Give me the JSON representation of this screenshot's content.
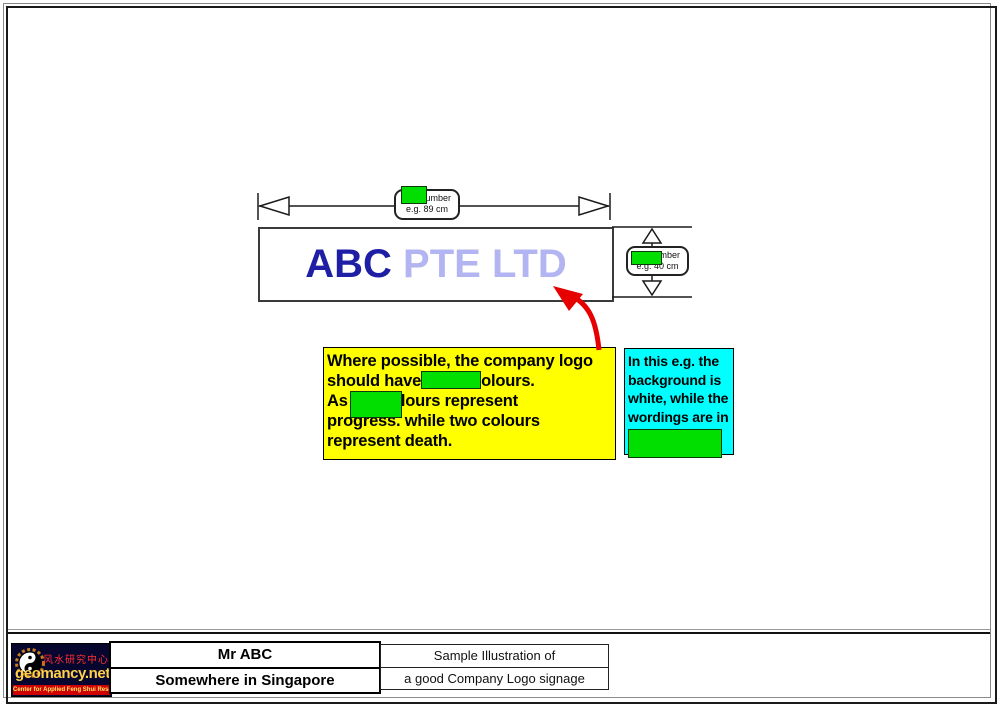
{
  "sign": {
    "text_primary": "ABC",
    "text_secondary": " PTE LTD",
    "color_primary": "#1F1FA6",
    "color_secondary": "#B2B5F1"
  },
  "width_dimension": {
    "callout_line1": "number",
    "callout_line2": "e.g. 89 cm"
  },
  "height_dimension": {
    "callout_line1": "number",
    "callout_line2": "e.g. 40 cm"
  },
  "redaction_color": "#00DF00",
  "yellow_note": {
    "bg": "#FFFF00",
    "line1": "Where possible, the company logo",
    "line2_before": "should have",
    "line2_after": "olours.",
    "line3_before": "As ",
    "line3_after": "colours represent",
    "line4": "progress. while two colours",
    "line5": "represent death."
  },
  "cyan_note": {
    "bg": "#00FFFF",
    "line1": "In this e.g. the",
    "line2": "background is",
    "line3": "white, while the",
    "line4": "wordings are in"
  },
  "footer": {
    "logo": {
      "chinese_text": "风水研究中心",
      "brand": "geomancy.net",
      "tagline": "Center for Applied Feng Shui Research"
    },
    "client_name": "Mr ABC",
    "client_location": "Somewhere in Singapore",
    "title_line1": "Sample Illustration of",
    "title_line2": "a good Company Logo signage"
  }
}
